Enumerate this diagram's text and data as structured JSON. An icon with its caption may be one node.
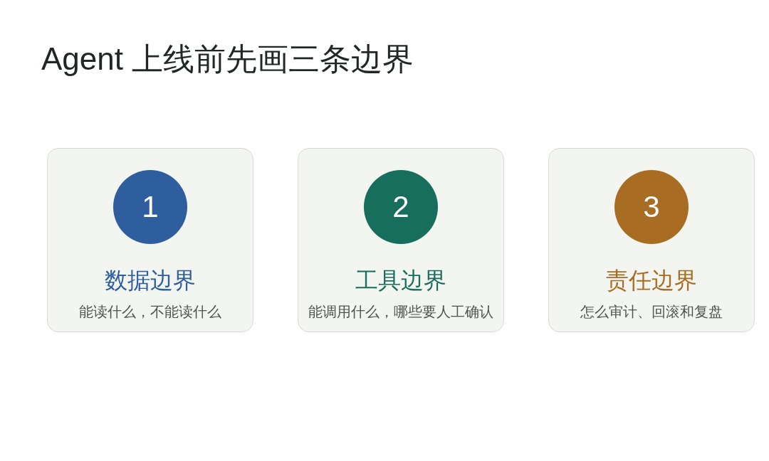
{
  "diagram": {
    "title": "Agent 上线前先画三条边界",
    "nodes": [
      {
        "text": [
          "数据边界",
          "能读什么，不能读什么"
        ]
      },
      {
        "text": [
          "1"
        ],
        "in": 0
      },
      {
        "text": [
          "工具边界",
          "能调用什么，哪些要人工确认"
        ]
      },
      {
        "text": [
          "2"
        ],
        "in": 2
      },
      {
        "text": [
          "责任边界",
          "怎么审计、回滚和复盘"
        ]
      },
      {
        "text": [
          "3"
        ],
        "in": 4
      }
    ]
  }
}
